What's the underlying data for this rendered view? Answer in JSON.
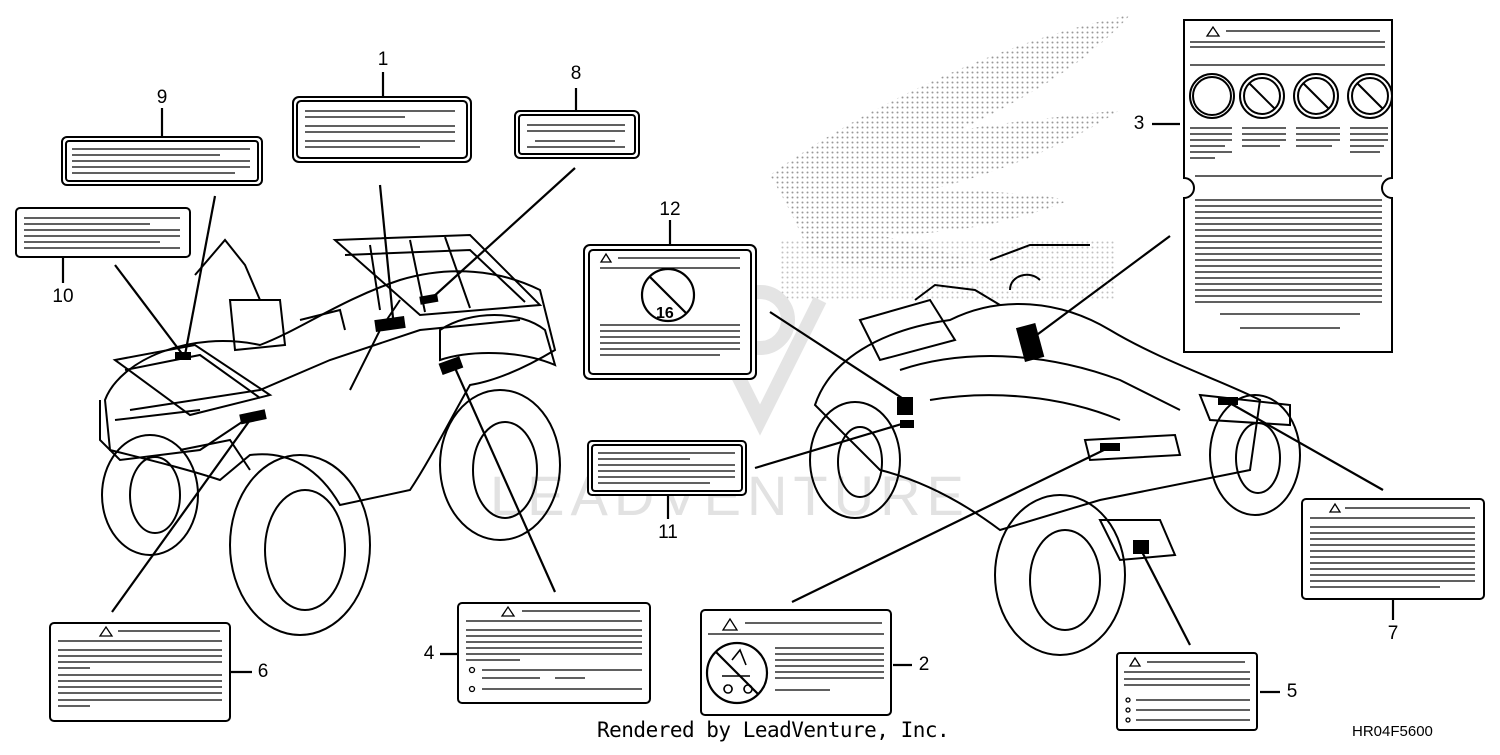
{
  "callouts": [
    {
      "id": "1"
    },
    {
      "id": "2"
    },
    {
      "id": "3"
    },
    {
      "id": "4"
    },
    {
      "id": "5"
    },
    {
      "id": "6"
    },
    {
      "id": "7"
    },
    {
      "id": "8"
    },
    {
      "id": "9"
    },
    {
      "id": "10"
    },
    {
      "id": "11"
    },
    {
      "id": "12"
    }
  ],
  "label_12_sign": "16",
  "footer": "Rendered by LeadVenture, Inc.",
  "diagram_code": "HR04F5600",
  "watermark": "LEADVENTURE",
  "colors": {
    "ink": "#000000",
    "watermark": "#d9d9d9",
    "label_fill": "#ffffff"
  }
}
